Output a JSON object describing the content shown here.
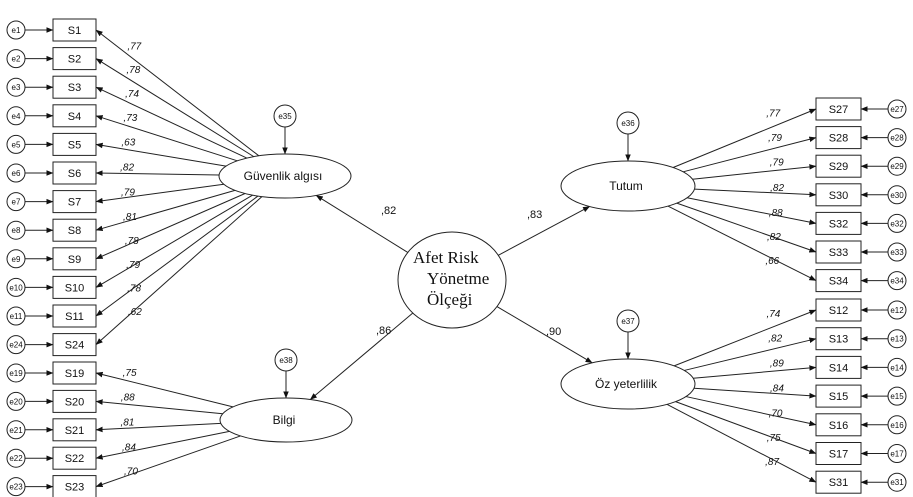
{
  "center": {
    "lines": [
      "Afet Risk",
      "Yönetme",
      "Ölçeği"
    ]
  },
  "paths": [
    {
      "target": "guvenlik",
      "value": ",82"
    },
    {
      "target": "bilgi",
      "value": ",86"
    },
    {
      "target": "tutum",
      "value": ",83"
    },
    {
      "target": "oz",
      "value": ",90"
    }
  ],
  "factors": [
    {
      "id": "guvenlik",
      "label": "Güvenlik algısı",
      "side": "left",
      "error": "e35",
      "items": [
        {
          "item": "S1",
          "error": "e1",
          "loading": ",77"
        },
        {
          "item": "S2",
          "error": "e2",
          "loading": ",78"
        },
        {
          "item": "S3",
          "error": "e3",
          "loading": ",74"
        },
        {
          "item": "S4",
          "error": "e4",
          "loading": ",73"
        },
        {
          "item": "S5",
          "error": "e5",
          "loading": ",63"
        },
        {
          "item": "S6",
          "error": "e6",
          "loading": ",82"
        },
        {
          "item": "S7",
          "error": "e7",
          "loading": ",79"
        },
        {
          "item": "S8",
          "error": "e8",
          "loading": ",81"
        },
        {
          "item": "S9",
          "error": "e9",
          "loading": ",78"
        },
        {
          "item": "S10",
          "error": "e10",
          "loading": ",79"
        },
        {
          "item": "S11",
          "error": "e11",
          "loading": ",78"
        },
        {
          "item": "S24",
          "error": "e24",
          "loading": ",62"
        }
      ]
    },
    {
      "id": "bilgi",
      "label": "Bilgi",
      "side": "left",
      "error": "e38",
      "items": [
        {
          "item": "S19",
          "error": "e19",
          "loading": ",75"
        },
        {
          "item": "S20",
          "error": "e20",
          "loading": ",88"
        },
        {
          "item": "S21",
          "error": "e21",
          "loading": ",81"
        },
        {
          "item": "S22",
          "error": "e22",
          "loading": ",84"
        },
        {
          "item": "S23",
          "error": "e23",
          "loading": ",70"
        }
      ]
    },
    {
      "id": "tutum",
      "label": "Tutum",
      "side": "right",
      "error": "e36",
      "items": [
        {
          "item": "S27",
          "error": "e27",
          "loading": ",77"
        },
        {
          "item": "S28",
          "error": "e28",
          "loading": ",79"
        },
        {
          "item": "S29",
          "error": "e29",
          "loading": ",79"
        },
        {
          "item": "S30",
          "error": "e30",
          "loading": ",82"
        },
        {
          "item": "S32",
          "error": "e32",
          "loading": ",88"
        },
        {
          "item": "S33",
          "error": "e33",
          "loading": ",82"
        },
        {
          "item": "S34",
          "error": "e34",
          "loading": ",66"
        }
      ]
    },
    {
      "id": "oz",
      "label": "Öz yeterlilik",
      "side": "right",
      "error": "e37",
      "items": [
        {
          "item": "S12",
          "error": "e12",
          "loading": ",74"
        },
        {
          "item": "S13",
          "error": "e13",
          "loading": ",82"
        },
        {
          "item": "S14",
          "error": "e14",
          "loading": ",89"
        },
        {
          "item": "S15",
          "error": "e15",
          "loading": ",84"
        },
        {
          "item": "S16",
          "error": "e16",
          "loading": ",70"
        },
        {
          "item": "S17",
          "error": "e17",
          "loading": ",75"
        },
        {
          "item": "S31",
          "error": "e31",
          "loading": ",87"
        }
      ]
    }
  ]
}
